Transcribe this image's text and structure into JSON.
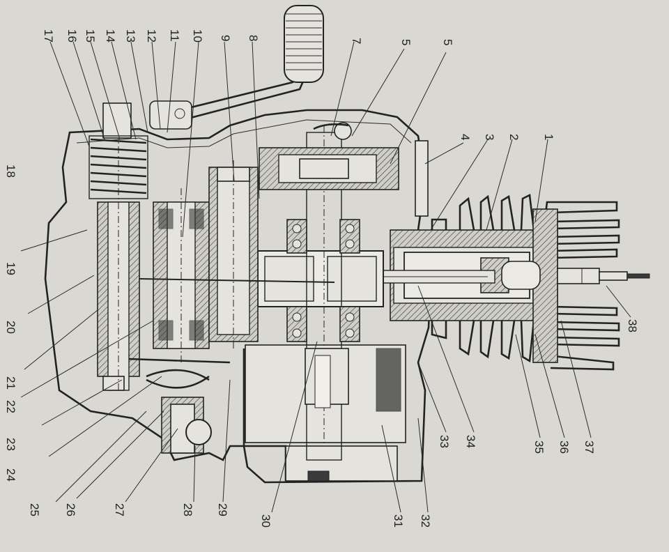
{
  "labels": [
    {
      "id": "1",
      "text": "1"
    },
    {
      "id": "2",
      "text": "2"
    },
    {
      "id": "3",
      "text": "3"
    },
    {
      "id": "4",
      "text": "4"
    },
    {
      "id": "5a",
      "text": "5"
    },
    {
      "id": "5b",
      "text": "5"
    },
    {
      "id": "7",
      "text": "7"
    },
    {
      "id": "8",
      "text": "8"
    },
    {
      "id": "9",
      "text": "9"
    },
    {
      "id": "10",
      "text": "10"
    },
    {
      "id": "11",
      "text": "11"
    },
    {
      "id": "12",
      "text": "12"
    },
    {
      "id": "13",
      "text": "13"
    },
    {
      "id": "14",
      "text": "14"
    },
    {
      "id": "15",
      "text": "15"
    },
    {
      "id": "16",
      "text": "16"
    },
    {
      "id": "17",
      "text": "17"
    },
    {
      "id": "18",
      "text": "18"
    },
    {
      "id": "19",
      "text": "19"
    },
    {
      "id": "20",
      "text": "20"
    },
    {
      "id": "21",
      "text": "21"
    },
    {
      "id": "22",
      "text": "22"
    },
    {
      "id": "23",
      "text": "23"
    },
    {
      "id": "24",
      "text": "24"
    },
    {
      "id": "25",
      "text": "25"
    },
    {
      "id": "26",
      "text": "26"
    },
    {
      "id": "27",
      "text": "27"
    },
    {
      "id": "28",
      "text": "28"
    },
    {
      "id": "29",
      "text": "29"
    },
    {
      "id": "30",
      "text": "30"
    },
    {
      "id": "31",
      "text": "31"
    },
    {
      "id": "32",
      "text": "32"
    },
    {
      "id": "33",
      "text": "33"
    },
    {
      "id": "34",
      "text": "34"
    },
    {
      "id": "35",
      "text": "35"
    },
    {
      "id": "36",
      "text": "36"
    },
    {
      "id": "37",
      "text": "37"
    },
    {
      "id": "38",
      "text": "38"
    }
  ],
  "colors": {
    "paper": "#d9d8d2",
    "ink": "#222222"
  }
}
